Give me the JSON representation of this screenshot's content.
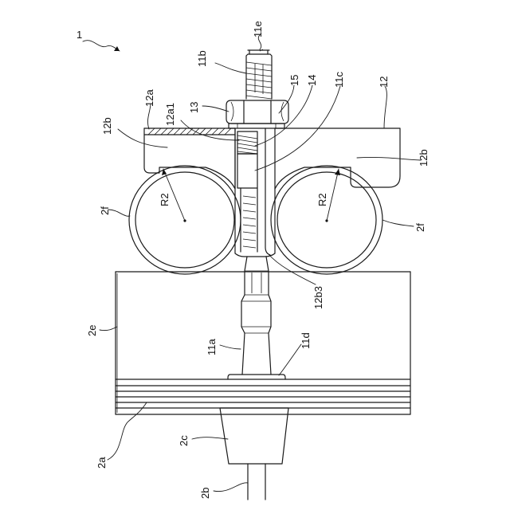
{
  "labels": {
    "ref_1": "1",
    "ref_11e": "11e",
    "ref_11b": "11b",
    "ref_12": "12",
    "ref_12a": "12a",
    "ref_12a1": "12a1",
    "ref_13": "13",
    "ref_15": "15",
    "ref_14": "14",
    "ref_11c": "11c",
    "ref_12b_left": "12b",
    "ref_12b_right": "12b",
    "ref_R2_left": "R2",
    "ref_R2_right": "R2",
    "ref_2f_left": "2f",
    "ref_2f_right": "2f",
    "ref_12b3": "12b3",
    "ref_2e": "2e",
    "ref_11a": "11a",
    "ref_11d": "11d",
    "ref_2a": "2a",
    "ref_2c": "2c",
    "ref_2b": "2b"
  }
}
